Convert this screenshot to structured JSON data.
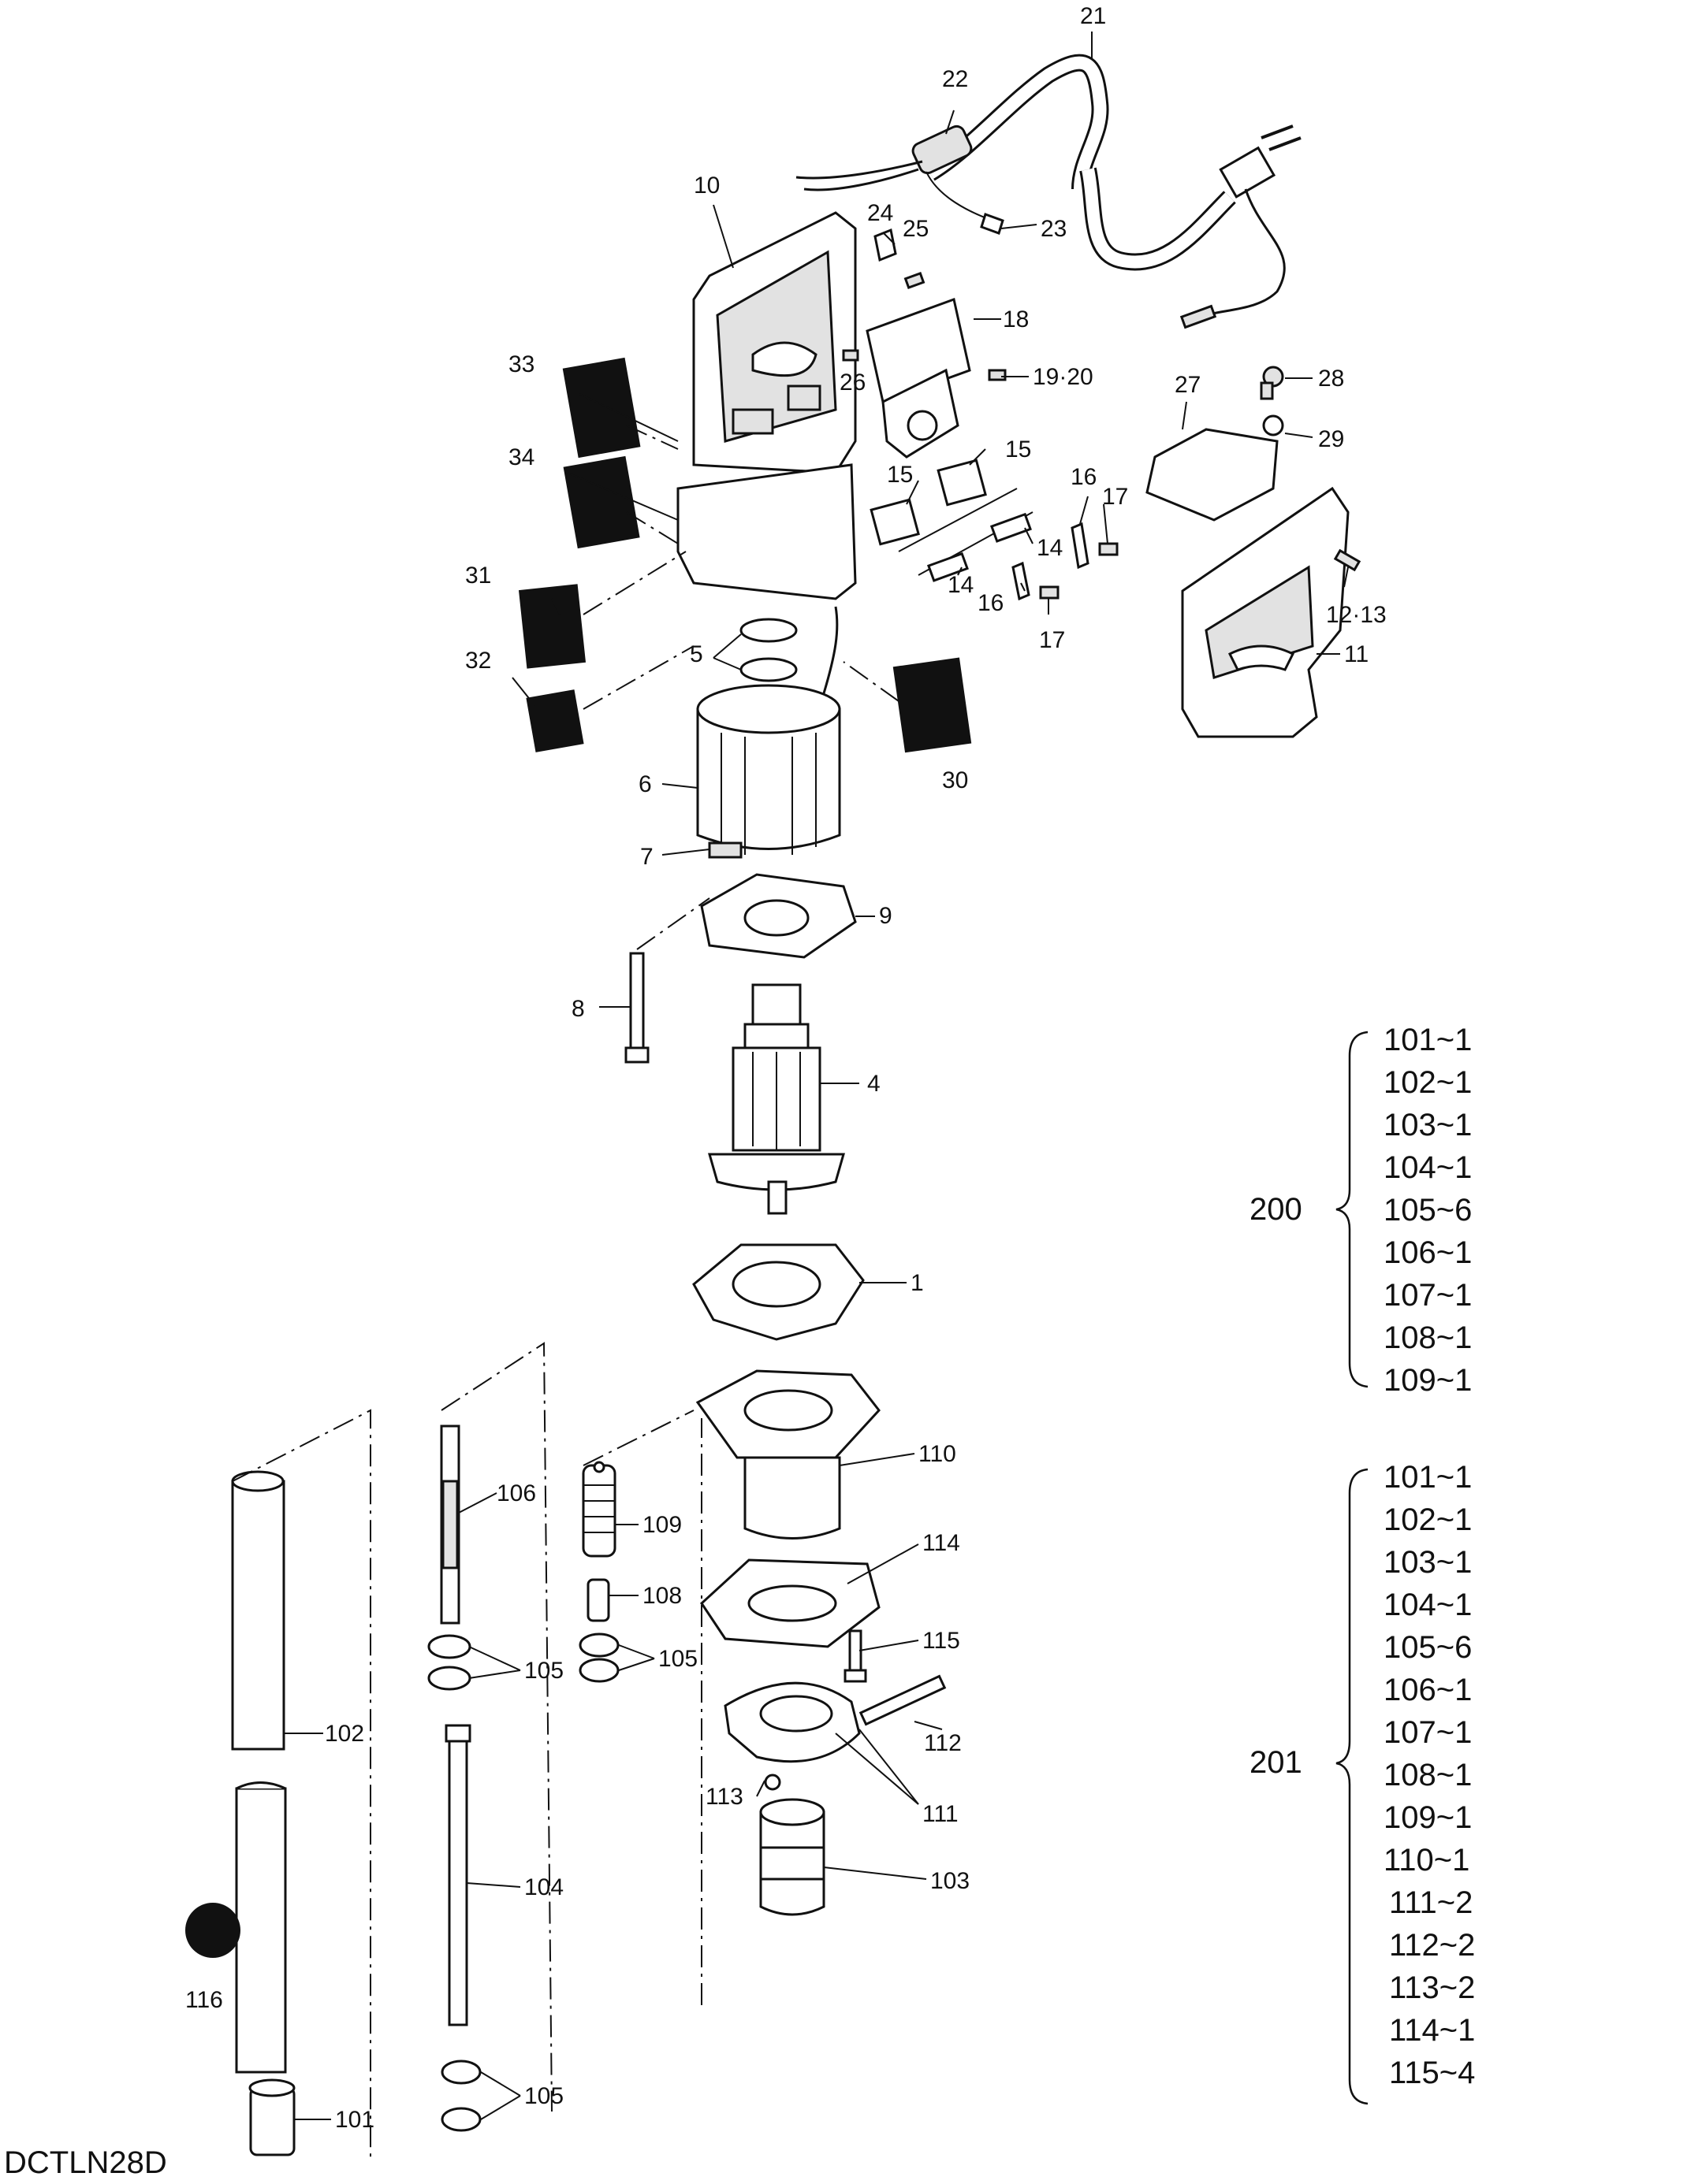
{
  "callouts": [
    {
      "text": "21"
    },
    {
      "text": "22"
    },
    {
      "text": "10"
    },
    {
      "text": "24"
    },
    {
      "text": "25"
    },
    {
      "text": "23"
    },
    {
      "text": "18"
    },
    {
      "text": "26"
    },
    {
      "text": "19·20"
    },
    {
      "text": "27"
    },
    {
      "text": "28"
    },
    {
      "text": "29"
    },
    {
      "text": "33"
    },
    {
      "text": "34"
    },
    {
      "text": "15"
    },
    {
      "text": "15"
    },
    {
      "text": "16"
    },
    {
      "text": "17"
    },
    {
      "text": "14"
    },
    {
      "text": "14"
    },
    {
      "text": "16"
    },
    {
      "text": "17"
    },
    {
      "text": "12·13"
    },
    {
      "text": "11"
    },
    {
      "text": "31"
    },
    {
      "text": "32"
    },
    {
      "text": "5"
    },
    {
      "text": "30"
    },
    {
      "text": "6"
    },
    {
      "text": "7"
    },
    {
      "text": "9"
    },
    {
      "text": "8"
    },
    {
      "text": "4"
    },
    {
      "text": "1"
    },
    {
      "text": "110"
    },
    {
      "text": "106"
    },
    {
      "text": "109"
    },
    {
      "text": "114"
    },
    {
      "text": "108"
    },
    {
      "text": "115"
    },
    {
      "text": "105"
    },
    {
      "text": "105"
    },
    {
      "text": "112"
    },
    {
      "text": "102"
    },
    {
      "text": "113"
    },
    {
      "text": "111"
    },
    {
      "text": "103"
    },
    {
      "text": "104"
    },
    {
      "text": "116"
    },
    {
      "text": "101"
    },
    {
      "text": "105"
    }
  ],
  "kits": [
    {
      "id": "200",
      "items": [
        "101~1",
        "102~1",
        "103~1",
        "104~1",
        "105~6",
        "106~1",
        "107~1",
        "108~1",
        "109~1"
      ]
    },
    {
      "id": "201",
      "items": [
        "101~1",
        "102~1",
        "103~1",
        "104~1",
        "105~6",
        "106~1",
        "107~1",
        "108~1",
        "109~1",
        "110~1",
        "111~2",
        "112~2",
        "113~2",
        "114~1",
        "115~4"
      ]
    }
  ],
  "model_code": "DCTLN28D"
}
